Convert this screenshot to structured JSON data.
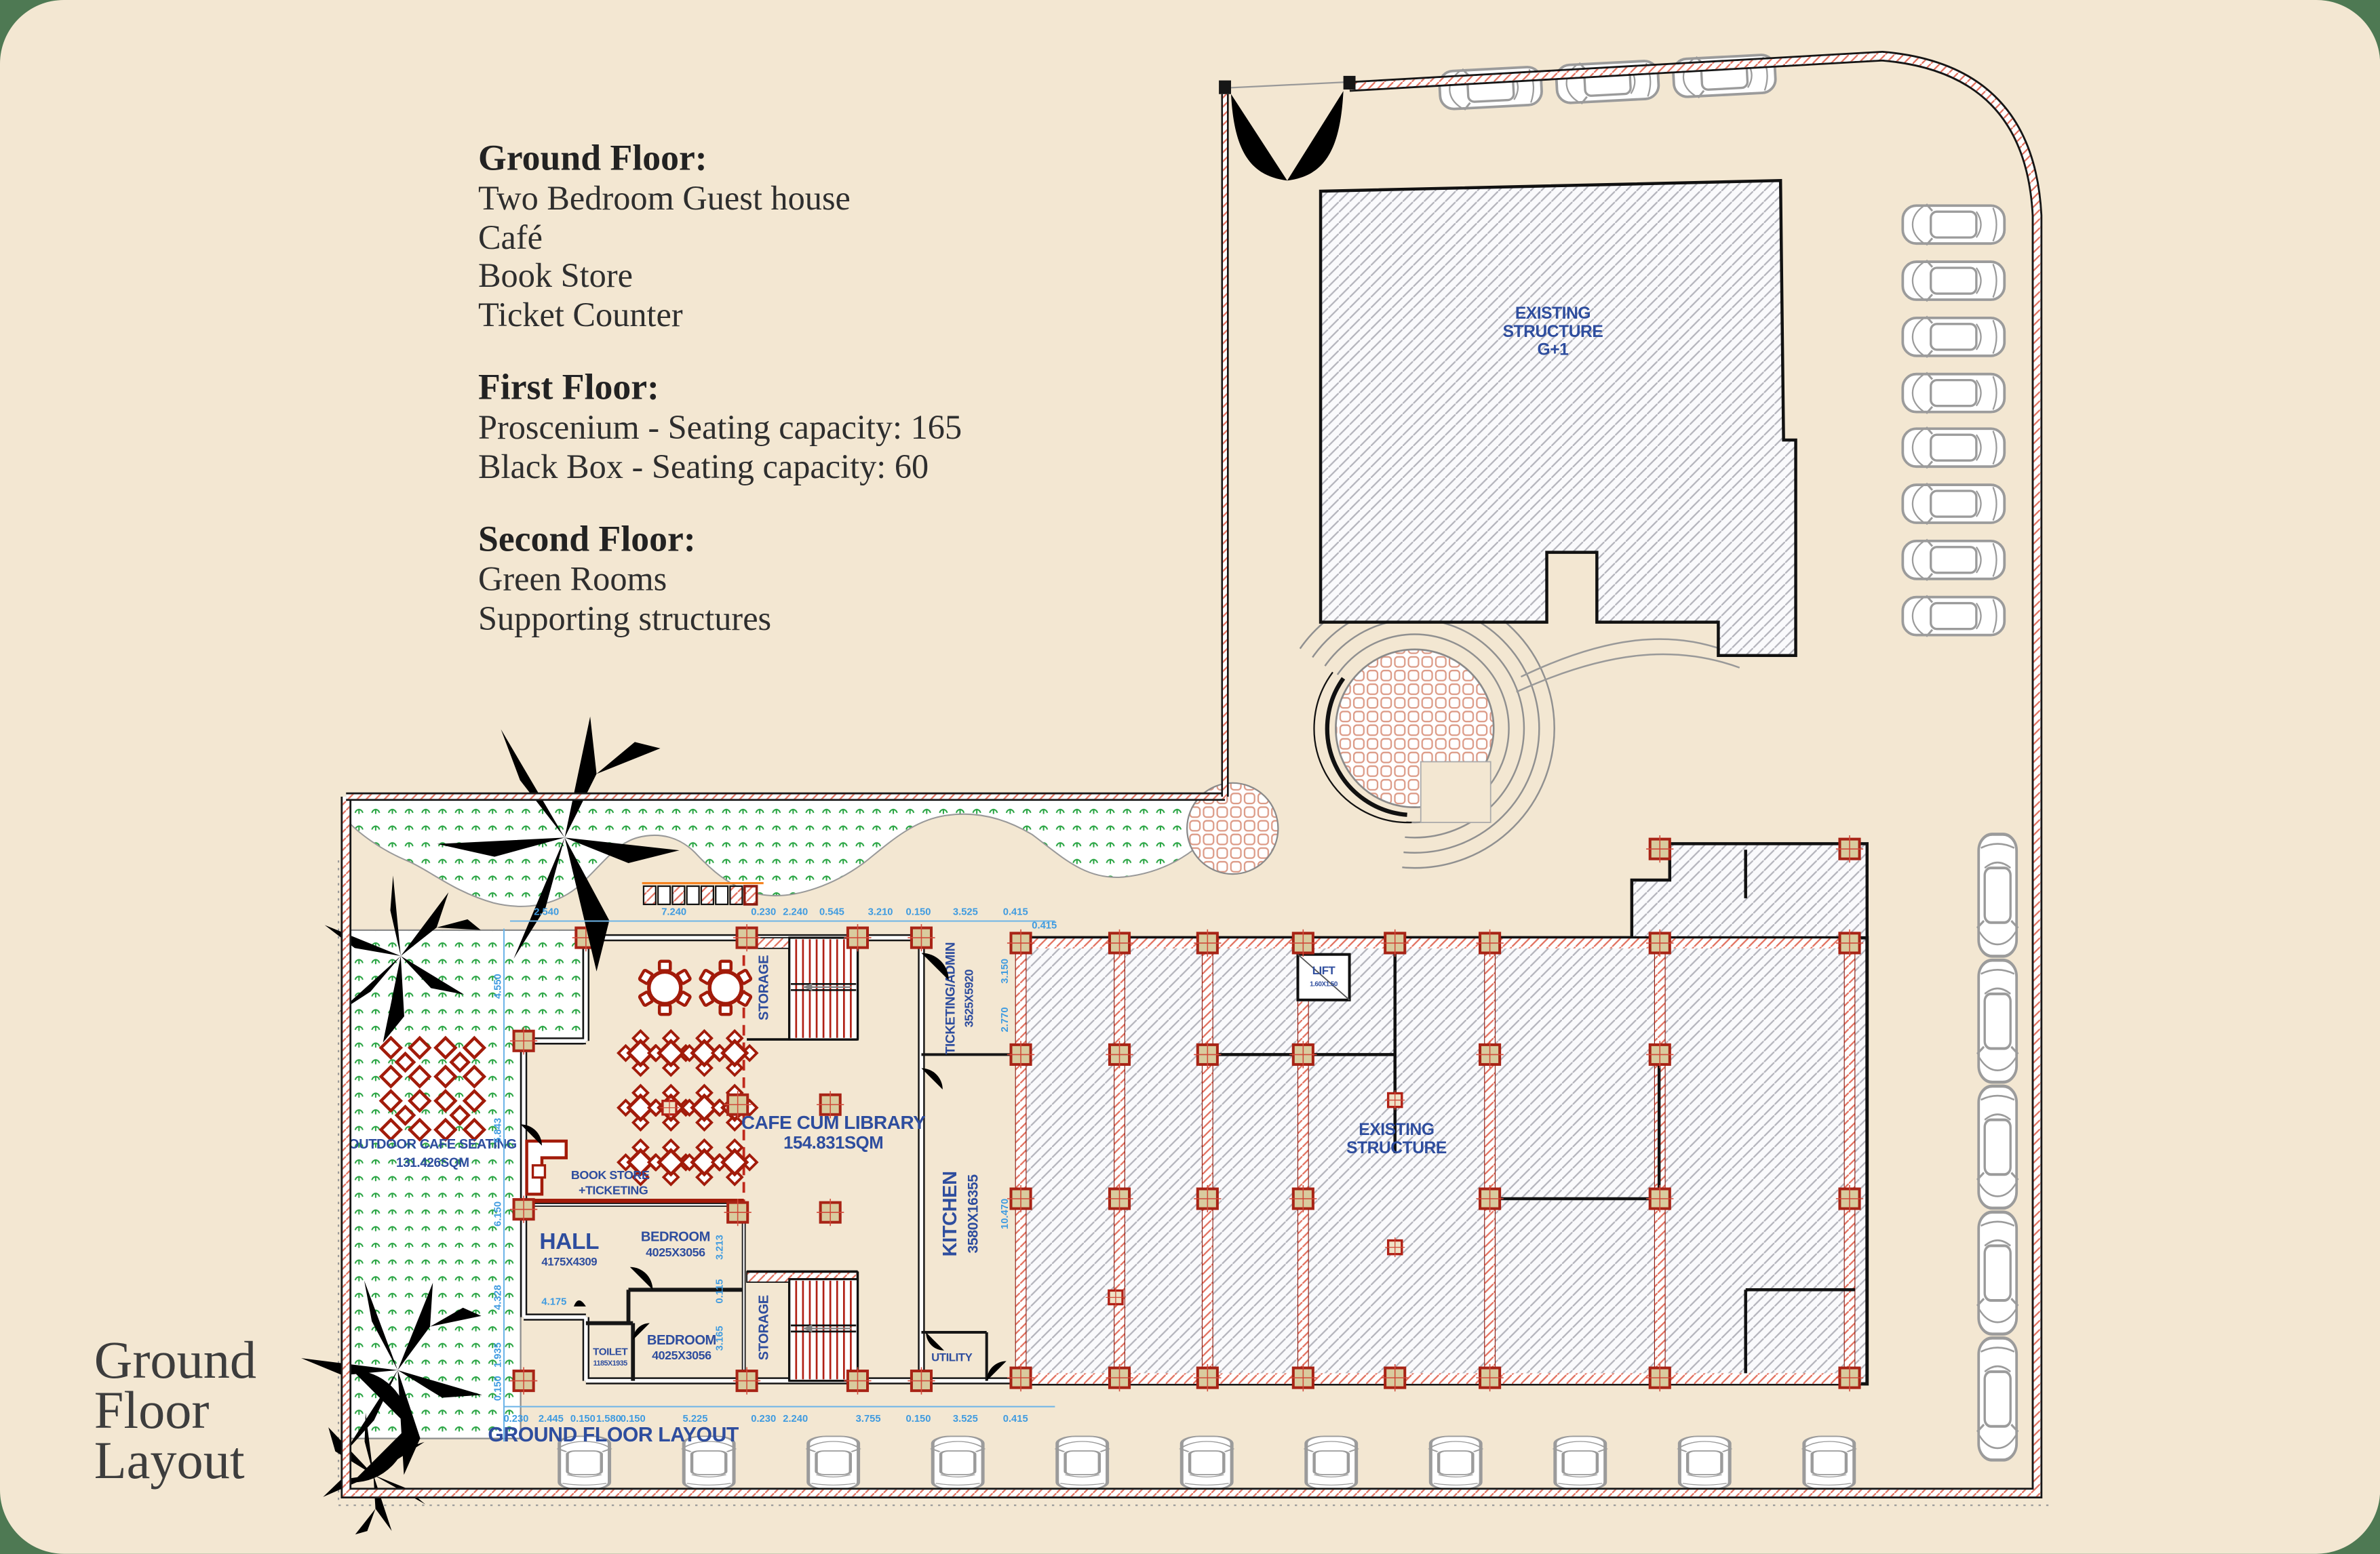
{
  "colors": {
    "canvas_beige": "#f3e7d2",
    "page_background_green": "#4e7953",
    "wall_red": "#a21b0a",
    "accent_orange": "#f5821f",
    "label_blue": "#2e4d9e",
    "dimension_blue": "#3f9be0",
    "vegetation_green": "#23a63e",
    "column_tan": "#d9cb9e"
  },
  "info_panel": {
    "sections": [
      {
        "heading": "Ground Floor:",
        "items": [
          "Two Bedroom Guest house",
          "Café",
          "Book Store",
          "Ticket Counter"
        ]
      },
      {
        "heading": "First Floor:",
        "items": [
          "Proscenium - Seating capacity: 165",
          "Black Box - Seating capacity: 60"
        ]
      },
      {
        "heading": "Second Floor:",
        "items": [
          "Green Rooms",
          "Supporting structures"
        ]
      }
    ]
  },
  "page_title_lines": [
    "Ground",
    "Floor",
    "Layout"
  ],
  "plan": {
    "caption": "GROUND FLOOR LAYOUT",
    "rooms": {
      "existing_g1": [
        "EXISTING",
        "STRUCTURE",
        "G+1"
      ],
      "existing": [
        "EXISTING",
        "STRUCTURE"
      ],
      "cafe": [
        "CAFE CUM LIBRARY",
        "154.831SQM"
      ],
      "outdoor": [
        "OUTDOOR CAFE SEATING",
        "131.426SQM"
      ],
      "hall": [
        "HALL",
        "4175X4309"
      ],
      "bedroom_a": [
        "BEDROOM",
        "4025X3056"
      ],
      "bedroom_b": [
        "BEDROOM",
        "4025X3056"
      ],
      "toilet": [
        "TOILET",
        "1185X1935"
      ],
      "bookstore": [
        "BOOK STORE",
        "+TICKETING"
      ],
      "kitchen": [
        "KITCHEN",
        "3580X16355"
      ],
      "ticketing": [
        "TICKETING/ADMIN",
        "3525X5920"
      ],
      "storage_top": "STORAGE",
      "storage_bottom": "STORAGE",
      "utility": "UTILITY",
      "lift": [
        "LIFT",
        "1.60X1.50"
      ]
    },
    "dims": {
      "top": [
        "2.540",
        "7.240",
        "0.230",
        "2.240",
        "0.545",
        "3.210",
        "0.150",
        "3.525",
        "0.415"
      ],
      "bottom": [
        "0.230",
        "2.445",
        "0.150",
        "1.580",
        "0.150",
        "5.225",
        "0.230",
        "2.240",
        "3.755",
        "0.150",
        "3.525",
        "0.415"
      ],
      "left": [
        "4.550",
        "5.843",
        "6.150",
        "4.328",
        "1.935",
        "0.150"
      ],
      "inner": [
        "3.213",
        "3.165",
        "0.115",
        "4.175",
        "10.470",
        "2.770",
        "3.150",
        "0.415"
      ]
    }
  }
}
